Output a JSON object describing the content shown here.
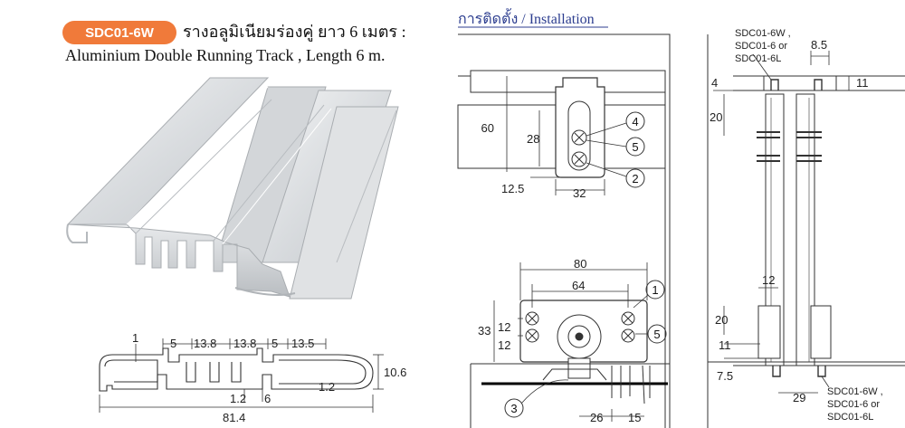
{
  "product": {
    "code": "SDC01-6W",
    "thai_title": "รางอลูมิเนียมร่องคู่ ยาว 6 เมตร :",
    "english_title": "Aluminium Double Running Track , Length 6 m.",
    "badge_color": "#f07a3a"
  },
  "installation": {
    "title": "การติดตั้ง / Installation",
    "title_color": "#2c3d8f"
  },
  "profile_dims": {
    "d1": "1",
    "d5a": "5",
    "d13_8a": "13.8",
    "d13_8b": "13.8",
    "d5b": "5",
    "d13_5": "13.5",
    "d10_6": "10.6",
    "d1_2a": "1.2",
    "d1_2b": "1.2",
    "d6": "6",
    "d81_4": "81.4"
  },
  "bracket_dims": {
    "d60": "60",
    "d28": "28",
    "d12_5": "12.5",
    "d32": "32"
  },
  "hanger_dims": {
    "d80": "80",
    "d64": "64",
    "d33": "33",
    "d12a": "12",
    "d12b": "12",
    "d26": "26",
    "d15": "15"
  },
  "section_dims": {
    "label_top": [
      "SDC01-6W ,",
      "SDC01-6 or",
      "SDC01-6L"
    ],
    "d8_5": "8.5",
    "d4": "4",
    "d11a": "11",
    "d20a": "20",
    "d12": "12",
    "d20b": "20",
    "d11b": "11",
    "d7_5": "7.5",
    "d29": "29",
    "label_bottom": [
      "SDC01-6W ,",
      "SDC01-6 or",
      "SDC01-6L"
    ]
  },
  "part_numbers": {
    "p1": "1",
    "p2": "2",
    "p3": "3",
    "p4": "4",
    "p5a": "5",
    "p5b": "5"
  }
}
